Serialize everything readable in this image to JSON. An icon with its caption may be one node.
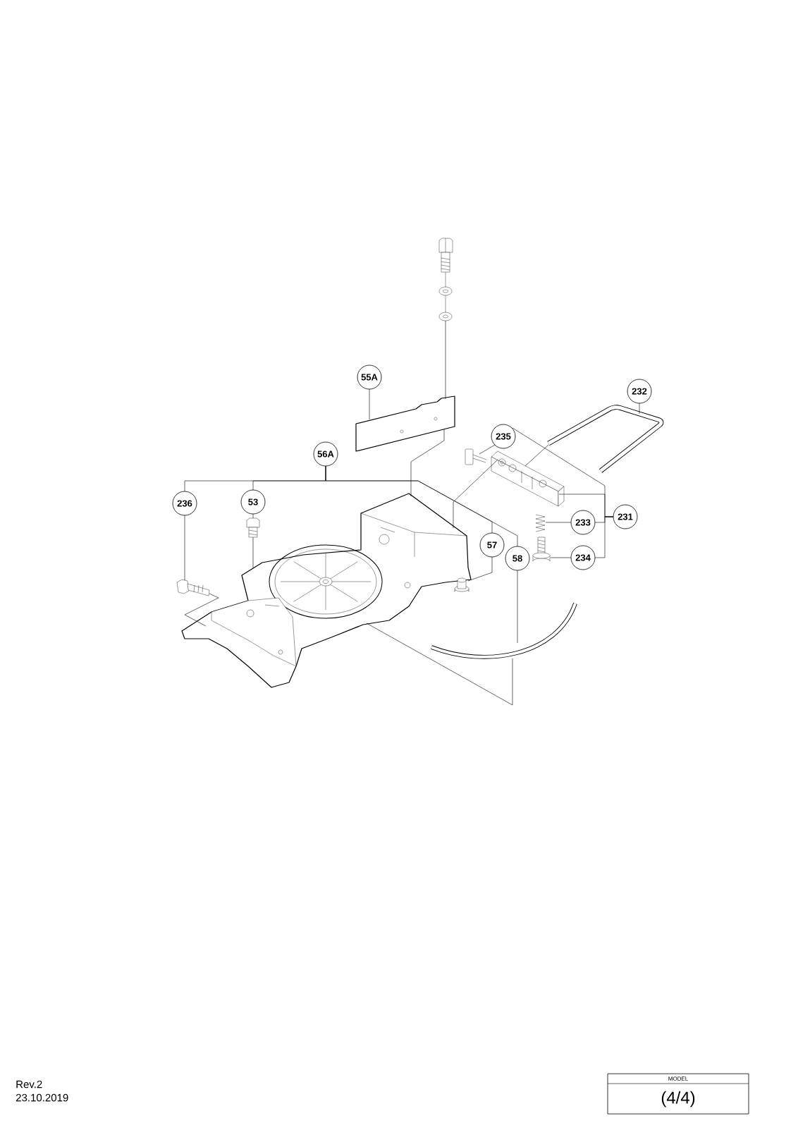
{
  "diagram": {
    "nodes": [
      {
        "text": [
          "55A"
        ]
      },
      {
        "text": [
          "232"
        ]
      },
      {
        "text": [
          "235"
        ]
      },
      {
        "text": [
          "56A"
        ]
      },
      {
        "text": [
          "236"
        ]
      },
      {
        "text": [
          "53"
        ]
      },
      {
        "text": [
          "231"
        ]
      },
      {
        "text": [
          "233"
        ]
      },
      {
        "text": [
          "234"
        ]
      },
      {
        "text": [
          "57"
        ]
      },
      {
        "text": [
          "58"
        ]
      },
      {
        "text": [],
        "shape": "picture"
      },
      {
        "text": [],
        "shape": "picture"
      },
      {
        "text": [],
        "shape": "picture"
      },
      {
        "text": [],
        "shape": "picture"
      },
      {
        "text": [],
        "shape": "picture"
      },
      {
        "text": [],
        "shape": "picture"
      },
      {
        "text": [],
        "shape": "picture"
      },
      {
        "text": [],
        "shape": "picture"
      },
      {
        "text": [],
        "shape": "picture"
      },
      {
        "text": [],
        "shape": "picture"
      },
      {
        "text": [],
        "shape": "picture"
      },
      {
        "text": [],
        "shape": "picture"
      }
    ],
    "edges": [
      {
        "from": 0,
        "to": 12,
        "arrow": "none"
      },
      {
        "from": 1,
        "to": 13,
        "arrow": "none"
      },
      {
        "from": 2,
        "to": 14,
        "arrow": "none"
      },
      {
        "from": 6,
        "to": 15,
        "arrow": "none"
      },
      {
        "from": 6,
        "to": 2,
        "arrow": "none"
      },
      {
        "from": 6,
        "to": 7,
        "arrow": "none"
      },
      {
        "from": 6,
        "to": 8,
        "arrow": "none"
      },
      {
        "from": 7,
        "to": 16,
        "arrow": "none"
      },
      {
        "from": 8,
        "to": 17,
        "arrow": "none"
      },
      {
        "from": 3,
        "to": 4,
        "arrow": "none"
      },
      {
        "from": 3,
        "to": 5,
        "arrow": "none"
      },
      {
        "from": 3,
        "to": 9,
        "arrow": "none"
      },
      {
        "from": 3,
        "to": 10,
        "arrow": "none"
      },
      {
        "from": 4,
        "to": 19,
        "arrow": "none"
      },
      {
        "from": 5,
        "to": 20,
        "arrow": "none"
      },
      {
        "from": 9,
        "to": 21,
        "arrow": "none"
      },
      {
        "from": 10,
        "to": 22,
        "arrow": "none"
      },
      {
        "from": 11,
        "to": 12,
        "arrow": "none"
      },
      {
        "from": 12,
        "to": 18,
        "arrow": "none"
      },
      {
        "from": 15,
        "to": 18,
        "arrow": "none"
      },
      {
        "from": 19,
        "to": 18,
        "arrow": "none"
      },
      {
        "from": 20,
        "to": 18,
        "arrow": "none"
      },
      {
        "from": 22,
        "to": 18,
        "arrow": "none"
      },
      {
        "from": 15,
        "to": 13,
        "arrow": "none"
      }
    ],
    "labels": [
      "Rev.2",
      "23.10.2019",
      "MODEL",
      "(4/4)"
    ]
  }
}
